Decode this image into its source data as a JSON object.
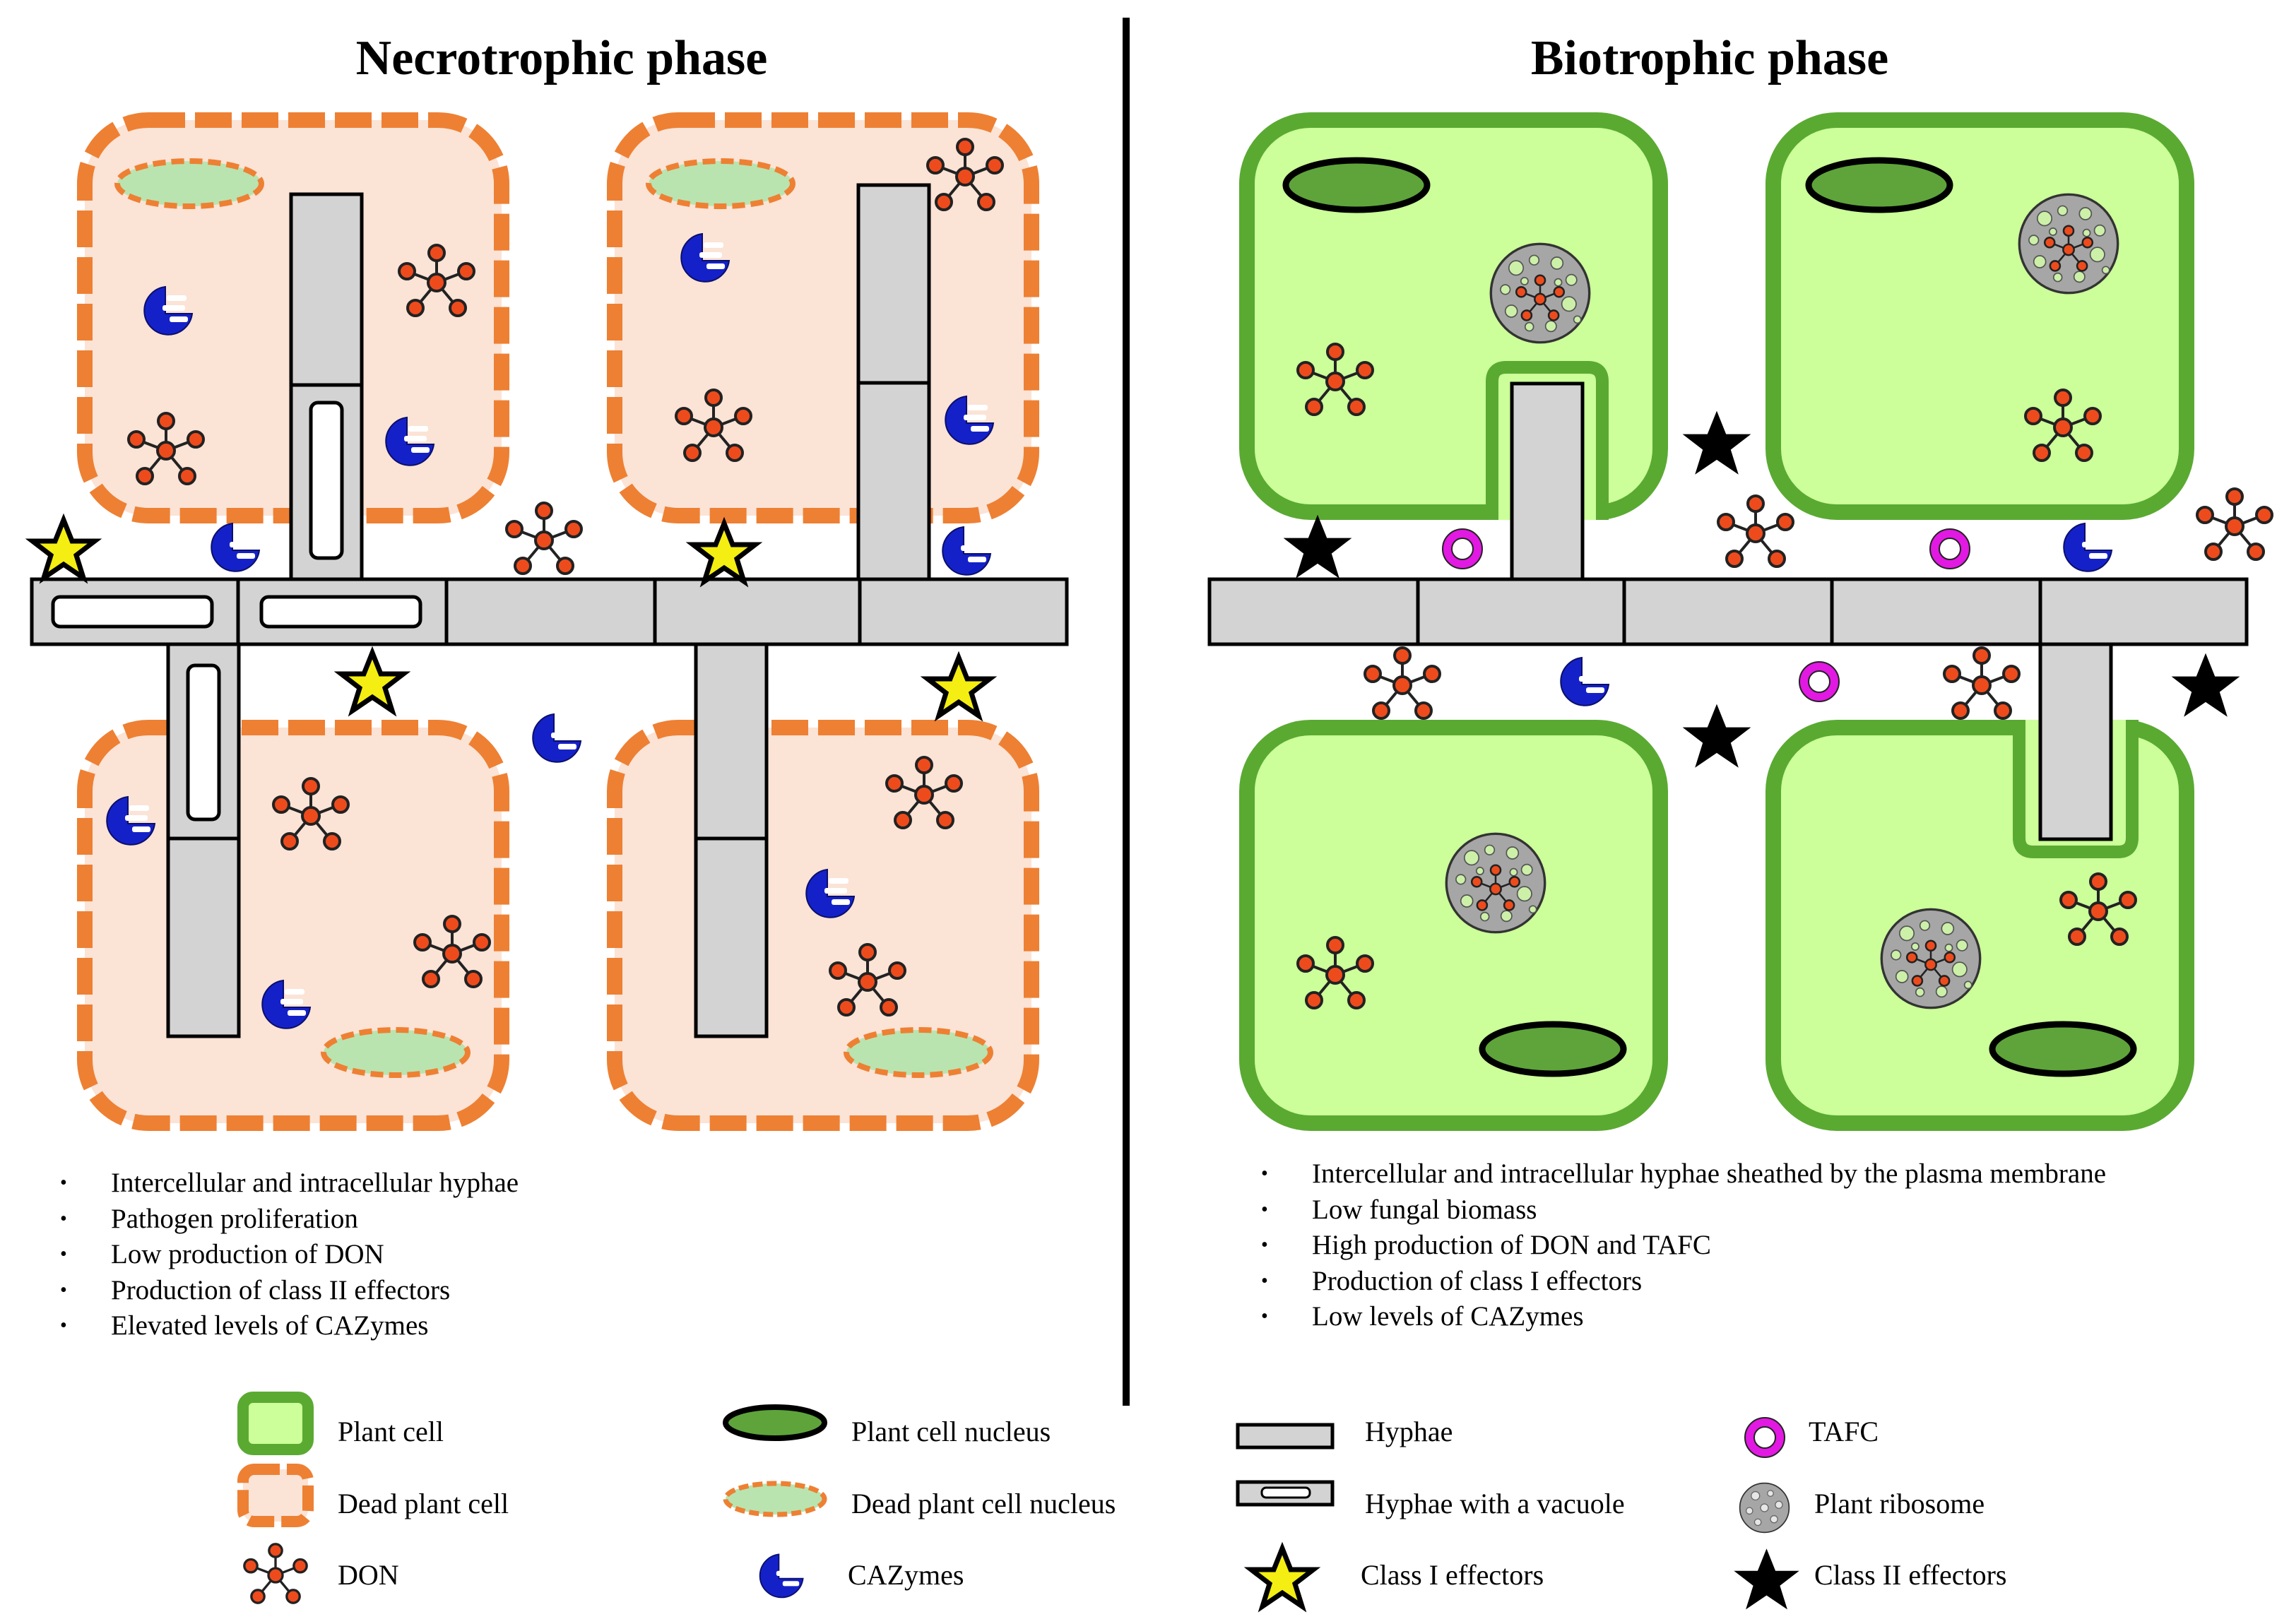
{
  "necrotrophic": {
    "title": "Necrotrophic phase",
    "notes": [
      "Intercellular and intracellular hyphae",
      "Pathogen proliferation",
      "Low production of DON",
      "Production of class II effectors",
      "Elevated levels of CAZymes"
    ]
  },
  "biotrophic": {
    "title": "Biotrophic phase",
    "notes": [
      "Intercellular and intracellular hyphae sheathed by the plasma membrane",
      "Low fungal biomass",
      "High production of DON and TAFC",
      "Production of class I effectors",
      "Low levels of CAZymes"
    ]
  },
  "legend": {
    "plant_cell": "Plant cell",
    "dead_plant_cell": "Dead plant cell",
    "don": "DON",
    "plant_cell_nucleus": "Plant cell nucleus",
    "dead_plant_cell_nucleus": "Dead plant cell nucleus",
    "cazymes": "CAZymes",
    "hyphae": "Hyphae",
    "hyphae_vacuole": "Hyphae with a vacuole",
    "class1": "Class I effectors",
    "tafc": "TAFC",
    "ribosome": "Plant ribosome",
    "class2": "Class II effectors"
  },
  "colors": {
    "plant_cell_fill": "#ccff99",
    "plant_cell_border": "#5aaa32",
    "dead_cell_fill": "#fbe3d6",
    "dead_cell_border": "#ee8033",
    "dead_nucleus_fill": "#b9e4b0",
    "plant_nucleus_fill": "#5ea43a",
    "hyphae_fill": "#d3d3d3",
    "don": "#ee4b1d",
    "cazymes": "#1521c8",
    "class1_star": "#f4ee12",
    "tafc": "#e219e2",
    "ribosome": "#a6a6a6"
  },
  "icons": [
    "don-molecule-icon",
    "cazyme-icon",
    "class-one-star-icon",
    "class-two-star-icon",
    "tafc-ring-icon",
    "ribosome-icon"
  ]
}
